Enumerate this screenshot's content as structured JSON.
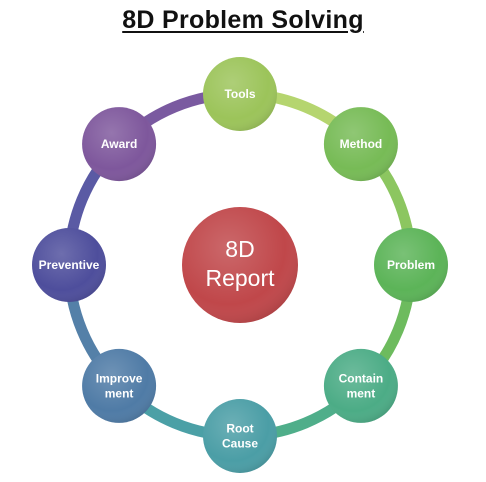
{
  "title": "8D Problem Solving",
  "center": {
    "lines": [
      "8D",
      "Report"
    ],
    "color": "#c0474a"
  },
  "nodes": [
    {
      "key": "tools",
      "lines": [
        "Tools"
      ],
      "color": "#9cc45a",
      "ring_color": "#b5d56f"
    },
    {
      "key": "method",
      "lines": [
        "Method"
      ],
      "color": "#77bb56",
      "ring_color": "#8cc660"
    },
    {
      "key": "problem",
      "lines": [
        "Problem"
      ],
      "color": "#5cb458",
      "ring_color": "#6dbb5e"
    },
    {
      "key": "containment",
      "lines": [
        "Contain",
        "ment"
      ],
      "color": "#4cac86",
      "ring_color": "#4fae8a"
    },
    {
      "key": "root-cause",
      "lines": [
        "Root",
        "Cause"
      ],
      "color": "#4b9ea6",
      "ring_color": "#4ba0a6"
    },
    {
      "key": "improvement",
      "lines": [
        "Improve",
        "ment"
      ],
      "color": "#4f7ba6",
      "ring_color": "#5480a8"
    },
    {
      "key": "preventive",
      "lines": [
        "Preventive"
      ],
      "color": "#4e4e9c",
      "ring_color": "#5a5aa4"
    },
    {
      "key": "award",
      "lines": [
        "Award"
      ],
      "color": "#7e579c",
      "ring_color": "#7a5aa0"
    }
  ]
}
